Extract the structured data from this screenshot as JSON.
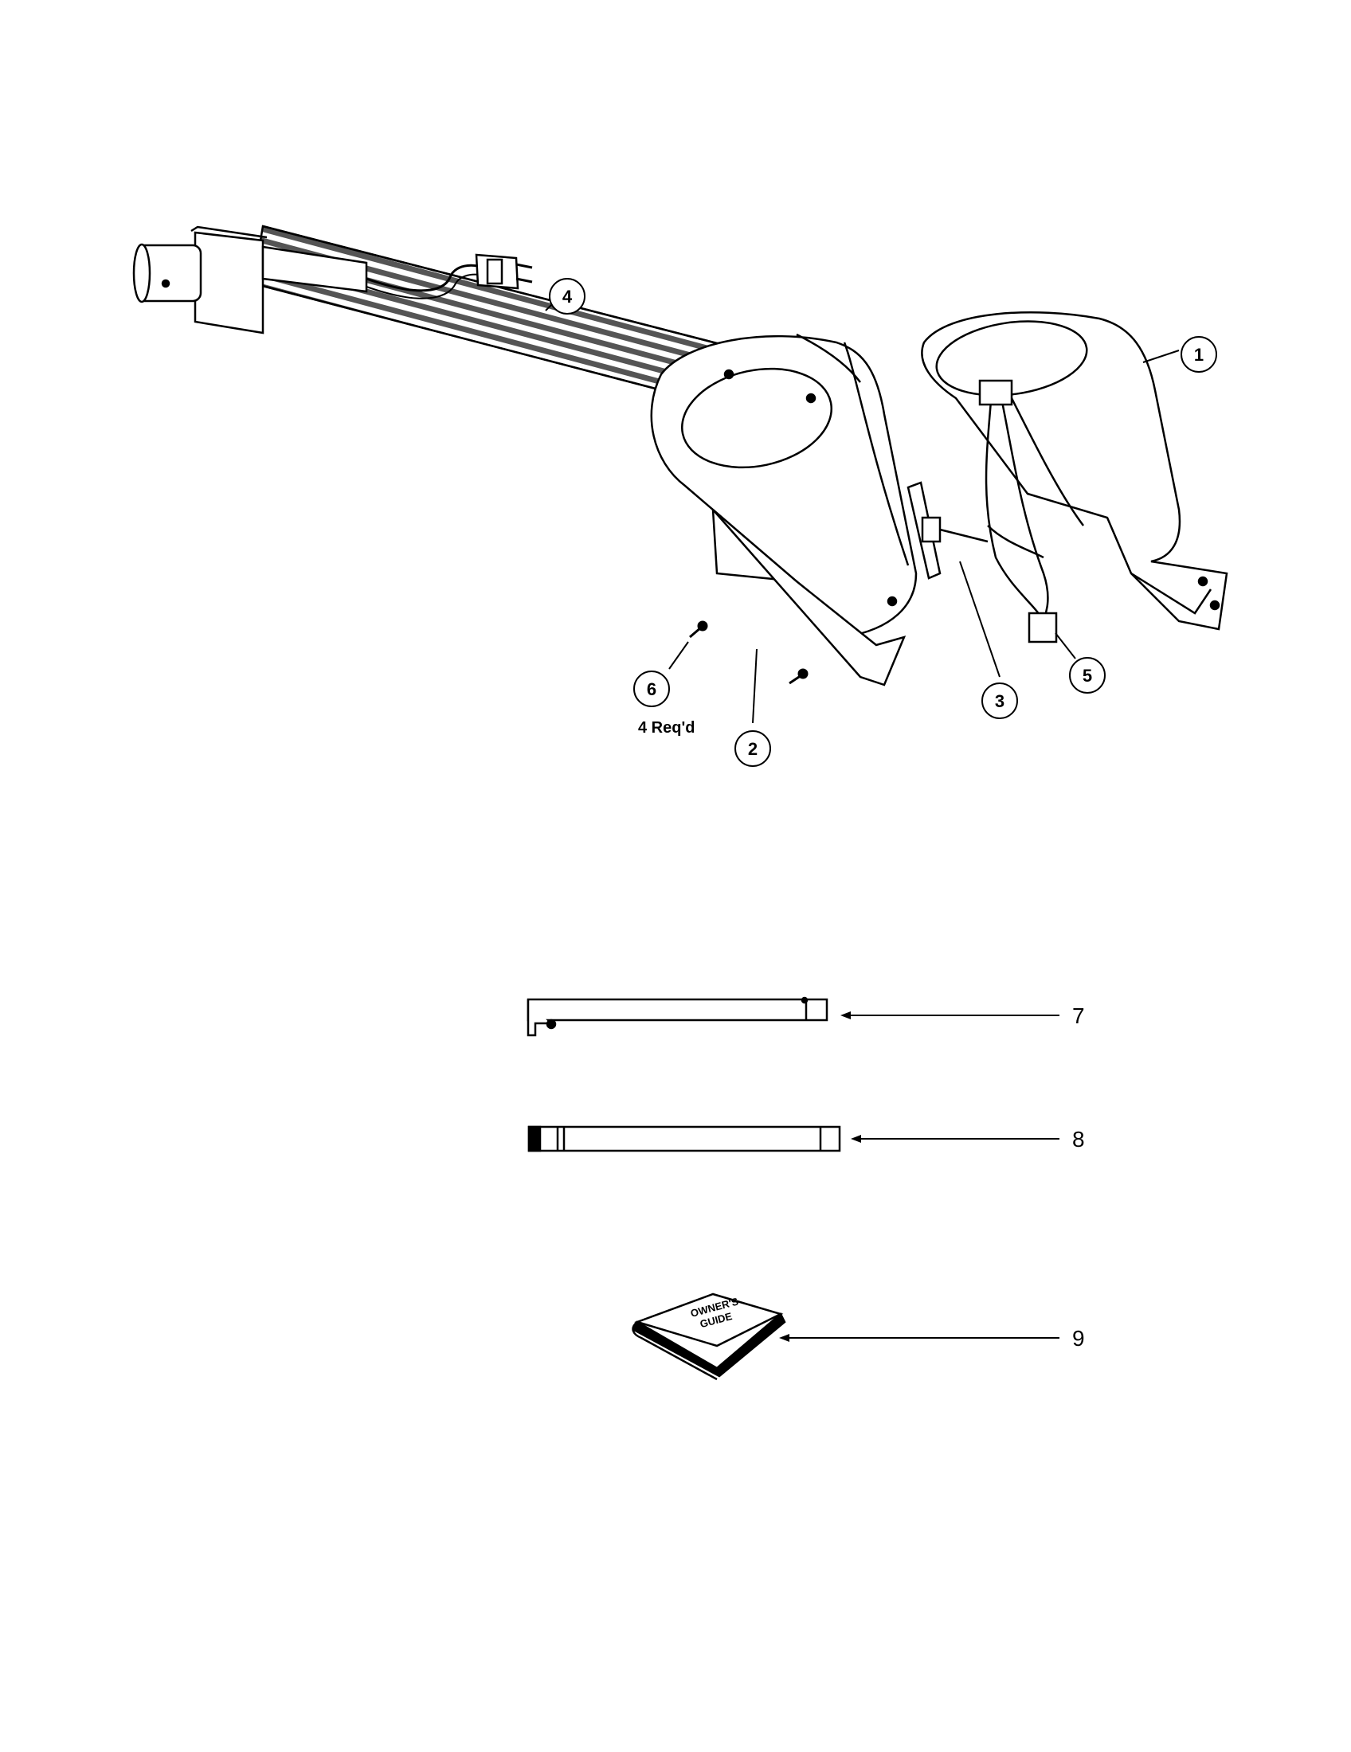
{
  "callouts": {
    "c1": "1",
    "c2": "2",
    "c3": "3",
    "c4": "4",
    "c5": "5",
    "c6": "6"
  },
  "labels": {
    "l7": "7",
    "l8": "8",
    "l9": "9",
    "qty": "4 Req'd"
  },
  "manual": {
    "line1": "OWNER'S",
    "line2": "GUIDE"
  }
}
